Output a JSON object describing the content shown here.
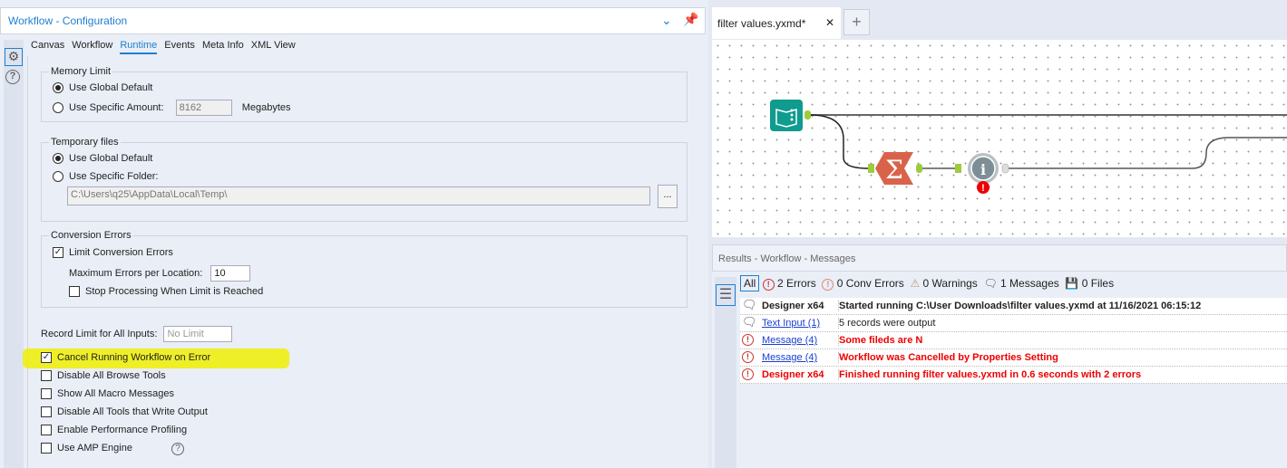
{
  "config": {
    "title": "Workflow - Configuration",
    "tabs": [
      "Canvas",
      "Workflow",
      "Runtime",
      "Events",
      "Meta Info",
      "XML View"
    ],
    "active_tab": "Runtime",
    "memory": {
      "legend": "Memory Limit",
      "global": "Use Global Default",
      "specific": "Use Specific Amount:",
      "amount": "8162",
      "unit": "Megabytes"
    },
    "temp": {
      "legend": "Temporary files",
      "global": "Use Global Default",
      "specific": "Use Specific Folder:",
      "path": "C:\\Users\\q25\\AppData\\Local\\Temp\\",
      "browse": "..."
    },
    "conv": {
      "legend": "Conversion Errors",
      "limit": "Limit Conversion Errors",
      "max_label": "Maximum Errors per Location:",
      "max_value": "10",
      "stop": "Stop Processing When Limit is Reached"
    },
    "record_limit": {
      "label": "Record Limit for All Inputs:",
      "placeholder": "No Limit"
    },
    "options": [
      {
        "label": "Cancel Running Workflow on Error",
        "checked": true,
        "highlight": "#f0f000"
      },
      {
        "label": "Disable All Browse Tools",
        "checked": false
      },
      {
        "label": "Show All Macro Messages",
        "checked": false
      },
      {
        "label": "Disable All Tools that Write Output",
        "checked": false
      },
      {
        "label": "Enable Performance Profiling",
        "checked": false
      },
      {
        "label": "Use AMP Engine",
        "checked": false
      }
    ]
  },
  "doc_tab": {
    "name": "filter values.yxmd*",
    "close": "✕",
    "add": "+"
  },
  "results": {
    "title": "Results - Workflow - Messages",
    "filters": {
      "all": "All",
      "errors": "2 Errors",
      "conv": "0 Conv Errors",
      "warnings": "0 Warnings",
      "messages": "1 Messages",
      "files": "0 Files"
    },
    "rows": [
      {
        "type": "message",
        "source": "Designer x64",
        "text": "Started running C:\\User            Downloads\\filter values.yxmd at 11/16/2021 06:15:12",
        "style": "bold"
      },
      {
        "type": "message",
        "source": "Text Input (1)",
        "text": "5 records were output",
        "style": "link"
      },
      {
        "type": "error",
        "source": "Message (4)",
        "text": "Some fileds are N",
        "style": "link"
      },
      {
        "type": "error",
        "source": "Message (4)",
        "text": "Workflow was Cancelled by Properties Setting",
        "style": "link"
      },
      {
        "type": "error",
        "source": "Designer x64",
        "text": "Finished running filter values.yxmd in 0.6 seconds with 2 errors",
        "style": "red"
      }
    ]
  },
  "colors": {
    "accent": "#1e7fd0",
    "error": "#e00000",
    "input_tool": "#0f9b8e",
    "summarize_tool": "#d9634a",
    "message_tool": "#7d8e96"
  }
}
